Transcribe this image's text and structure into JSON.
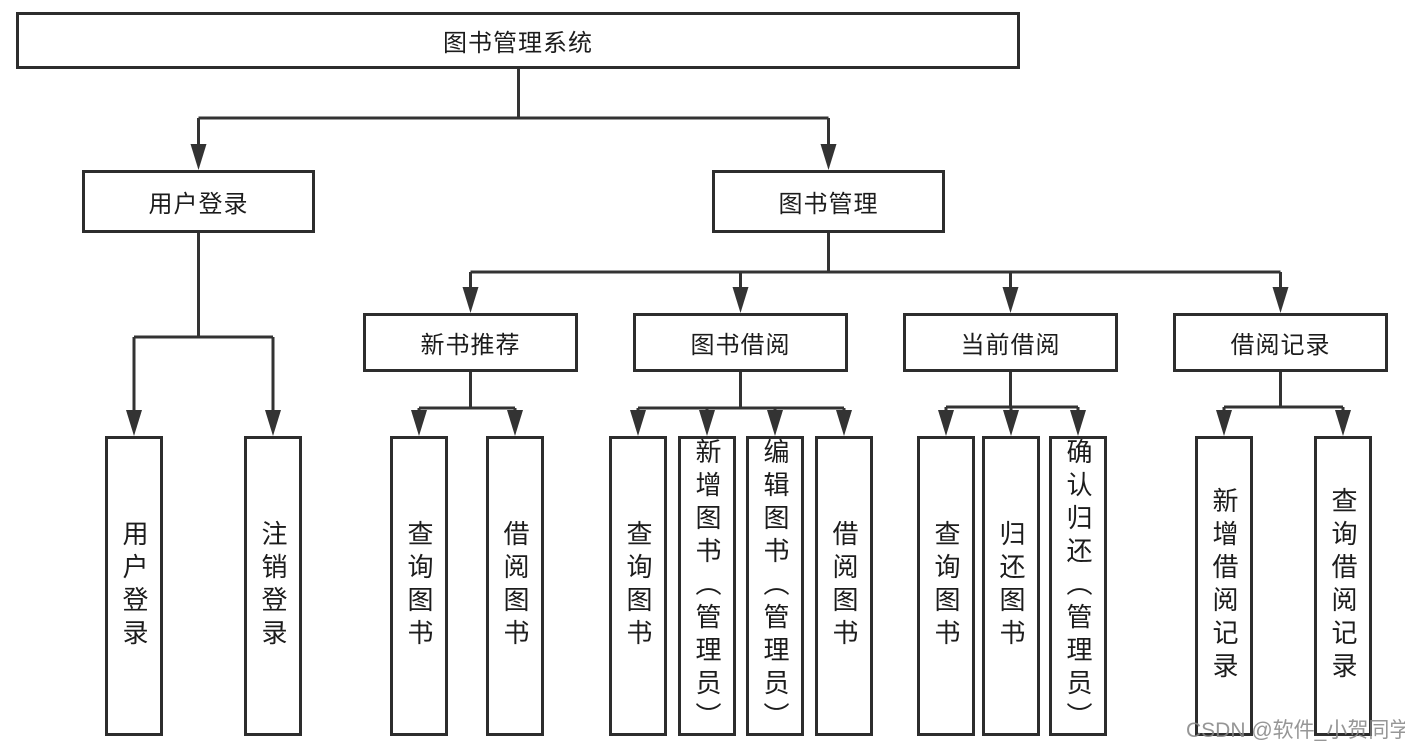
{
  "watermark": "CSDN @软件_小贺同学",
  "tree": {
    "root": "图书管理系统",
    "login": {
      "label": "用户登录",
      "children": [
        "用户登录",
        "注销登录"
      ]
    },
    "management": {
      "label": "图书管理",
      "sections": [
        {
          "label": "新书推荐",
          "children": [
            "查询图书",
            "借阅图书"
          ]
        },
        {
          "label": "图书借阅",
          "children": [
            "查询图书",
            "新增图书（管理员）",
            "编辑图书（管理员）",
            "借阅图书"
          ]
        },
        {
          "label": "当前借阅",
          "children": [
            "查询图书",
            "归还图书",
            "确认归还（管理员）"
          ]
        },
        {
          "label": "借阅记录",
          "children": [
            "新增借阅记录",
            "查询借阅记录"
          ]
        }
      ]
    }
  }
}
